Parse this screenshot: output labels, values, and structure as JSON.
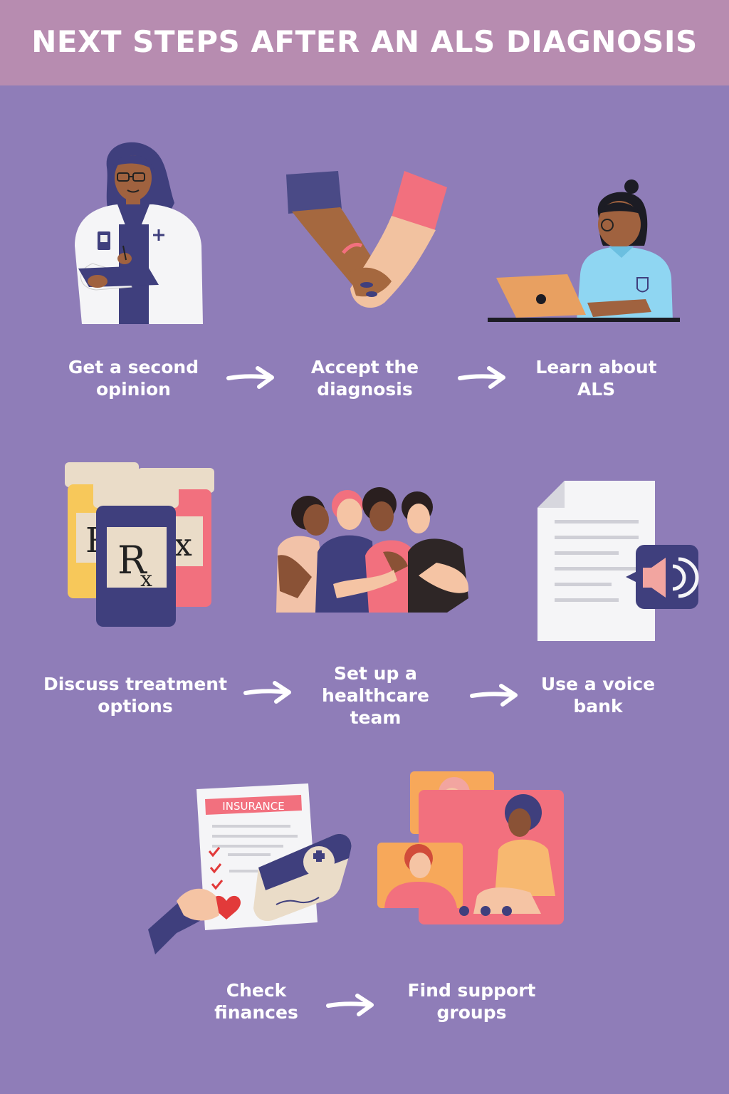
{
  "title": "NEXT STEPS AFTER AN ALS DIAGNOSIS",
  "steps": [
    {
      "label": "Get a second\nopinion",
      "icon": "doctor-with-clipboard"
    },
    {
      "label": "Accept the\ndiagnosis",
      "icon": "holding-hands"
    },
    {
      "label": "Learn about\nALS",
      "icon": "person-at-laptop"
    },
    {
      "label": "Discuss treatment\noptions",
      "icon": "prescription-bottles"
    },
    {
      "label": "Set up a\nhealthcare\nteam",
      "icon": "group-hug"
    },
    {
      "label": "Use a voice\nbank",
      "icon": "document-with-speaker"
    },
    {
      "label": "Check\nfinances",
      "icon": "insurance-form-and-card"
    },
    {
      "label": "Find support\ngroups",
      "icon": "video-call-group"
    }
  ],
  "insurance_form_label": "INSURANCE",
  "colors": {
    "background": "#8f7db8",
    "header": "#b78cb0",
    "text": "#ffffff",
    "navy": "#3f3f7d",
    "pink": "#f2707e",
    "orange": "#f7a85a",
    "skin_dark": "#8a5236",
    "skin_light": "#f5c4a4",
    "light_blue": "#8fd6f2"
  }
}
